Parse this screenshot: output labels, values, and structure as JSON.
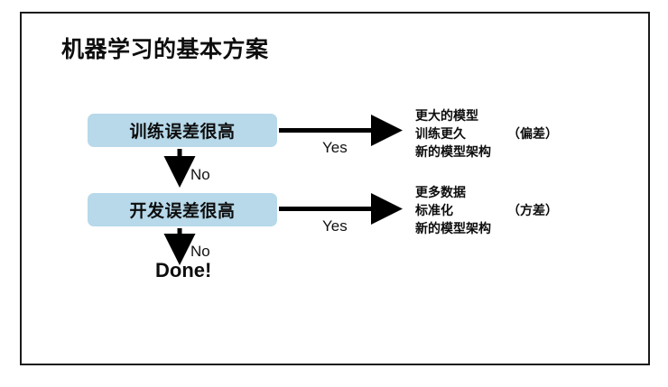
{
  "slide": {
    "title": "机器学习的基本方案",
    "background_color": "#ffffff",
    "border_color": "#1a1a1a"
  },
  "theme": {
    "box_fill": "#b7d9ea",
    "text_color": "#0d0d0d",
    "arrow_color": "#000000"
  },
  "flow": {
    "nodes": [
      {
        "id": "train-error",
        "label": "训练误差很高"
      },
      {
        "id": "dev-error",
        "label": "开发误差很高"
      }
    ],
    "terminal": {
      "label": "Done!"
    },
    "edges": [
      {
        "id": "yes-1",
        "label": "Yes",
        "direction": "right",
        "from": "train-error"
      },
      {
        "id": "no-1",
        "label": "No",
        "direction": "down",
        "from": "train-error"
      },
      {
        "id": "yes-2",
        "label": "Yes",
        "direction": "right",
        "from": "dev-error"
      },
      {
        "id": "no-2",
        "label": "No",
        "direction": "down",
        "from": "dev-error"
      }
    ]
  },
  "remedies": [
    {
      "id": "bias",
      "lines": [
        "更大的模型",
        "训练更久",
        "新的模型架构"
      ],
      "line1": "更大的模型",
      "line2": "训练更久",
      "line3": "新的模型架构",
      "tag": "（偏差）"
    },
    {
      "id": "variance",
      "lines": [
        "更多数据",
        "标准化",
        "新的模型架构"
      ],
      "line1": "更多数据",
      "line2": "标准化",
      "line3": "新的模型架构",
      "tag": "（方差）"
    }
  ]
}
